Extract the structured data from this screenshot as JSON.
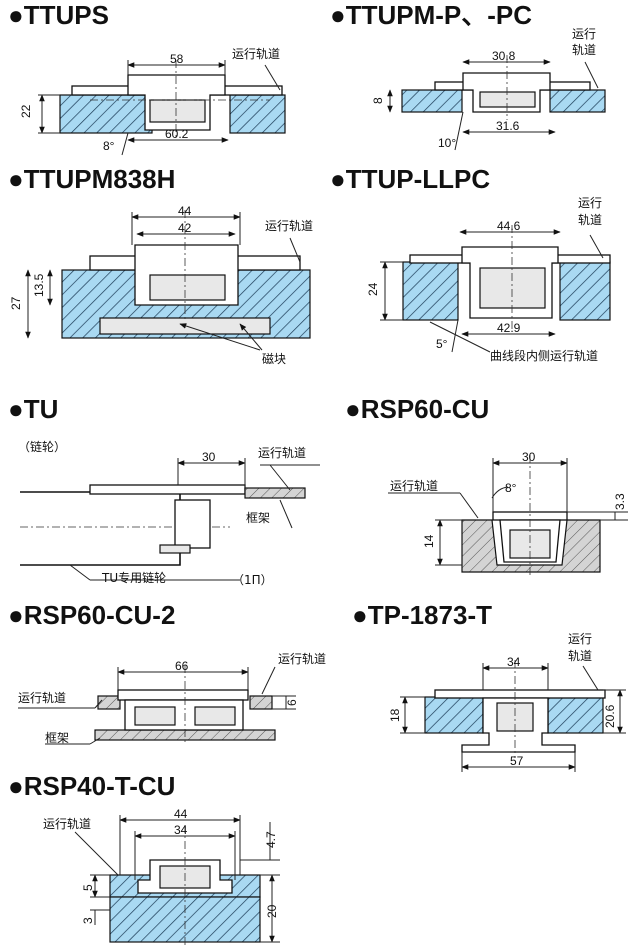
{
  "sections": {
    "ttups": {
      "title": "TTUPS",
      "dims": [
        "58",
        "22",
        "8°",
        "60.2"
      ],
      "rail": "运行轨道"
    },
    "ttupm_p": {
      "title": "TTUPM-P、-PC",
      "dims": [
        "30.8",
        "8",
        "31.6",
        "10°"
      ],
      "rail_line1": "运行",
      "rail_line2": "轨道"
    },
    "ttupm838h": {
      "title": "TTUPM838H",
      "dims": [
        "44",
        "42",
        "13.5",
        "27"
      ],
      "rail": "运行轨道",
      "magnet": "磁块"
    },
    "ttup_llpc": {
      "title": "TTUP-LLPC",
      "dims": [
        "44.6",
        "24",
        "42.9",
        "5°"
      ],
      "rail_line1": "运行",
      "rail_line2": "轨道",
      "curve_rail": "曲线段内侧运行轨道"
    },
    "tu": {
      "title": "TU",
      "sprocket": "（链轮）",
      "dims": [
        "30"
      ],
      "rail": "运行轨道",
      "frame": "框架",
      "tu_sprocket": "TU专用链轮",
      "note": "（1Π）"
    },
    "rsp60_cu": {
      "title": "RSP60-CU",
      "dims": [
        "30",
        "8°",
        "3.3",
        "14"
      ],
      "rail": "运行轨道"
    },
    "rsp60_cu_2": {
      "title": "RSP60-CU-2",
      "dims": [
        "66",
        "6"
      ],
      "rail_right": "运行轨道",
      "rail_left": "运行轨道",
      "frame": "框架"
    },
    "tp_1873_t": {
      "title": "TP-1873-T",
      "dims": [
        "34",
        "18",
        "20.6",
        "57"
      ],
      "rail_line1": "运行",
      "rail_line2": "轨道"
    },
    "rsp40_t_cu": {
      "title": "RSP40-T-CU",
      "dims": [
        "44",
        "34",
        "4.7",
        "5",
        "3",
        "20"
      ],
      "rail": "运行轨道"
    }
  }
}
